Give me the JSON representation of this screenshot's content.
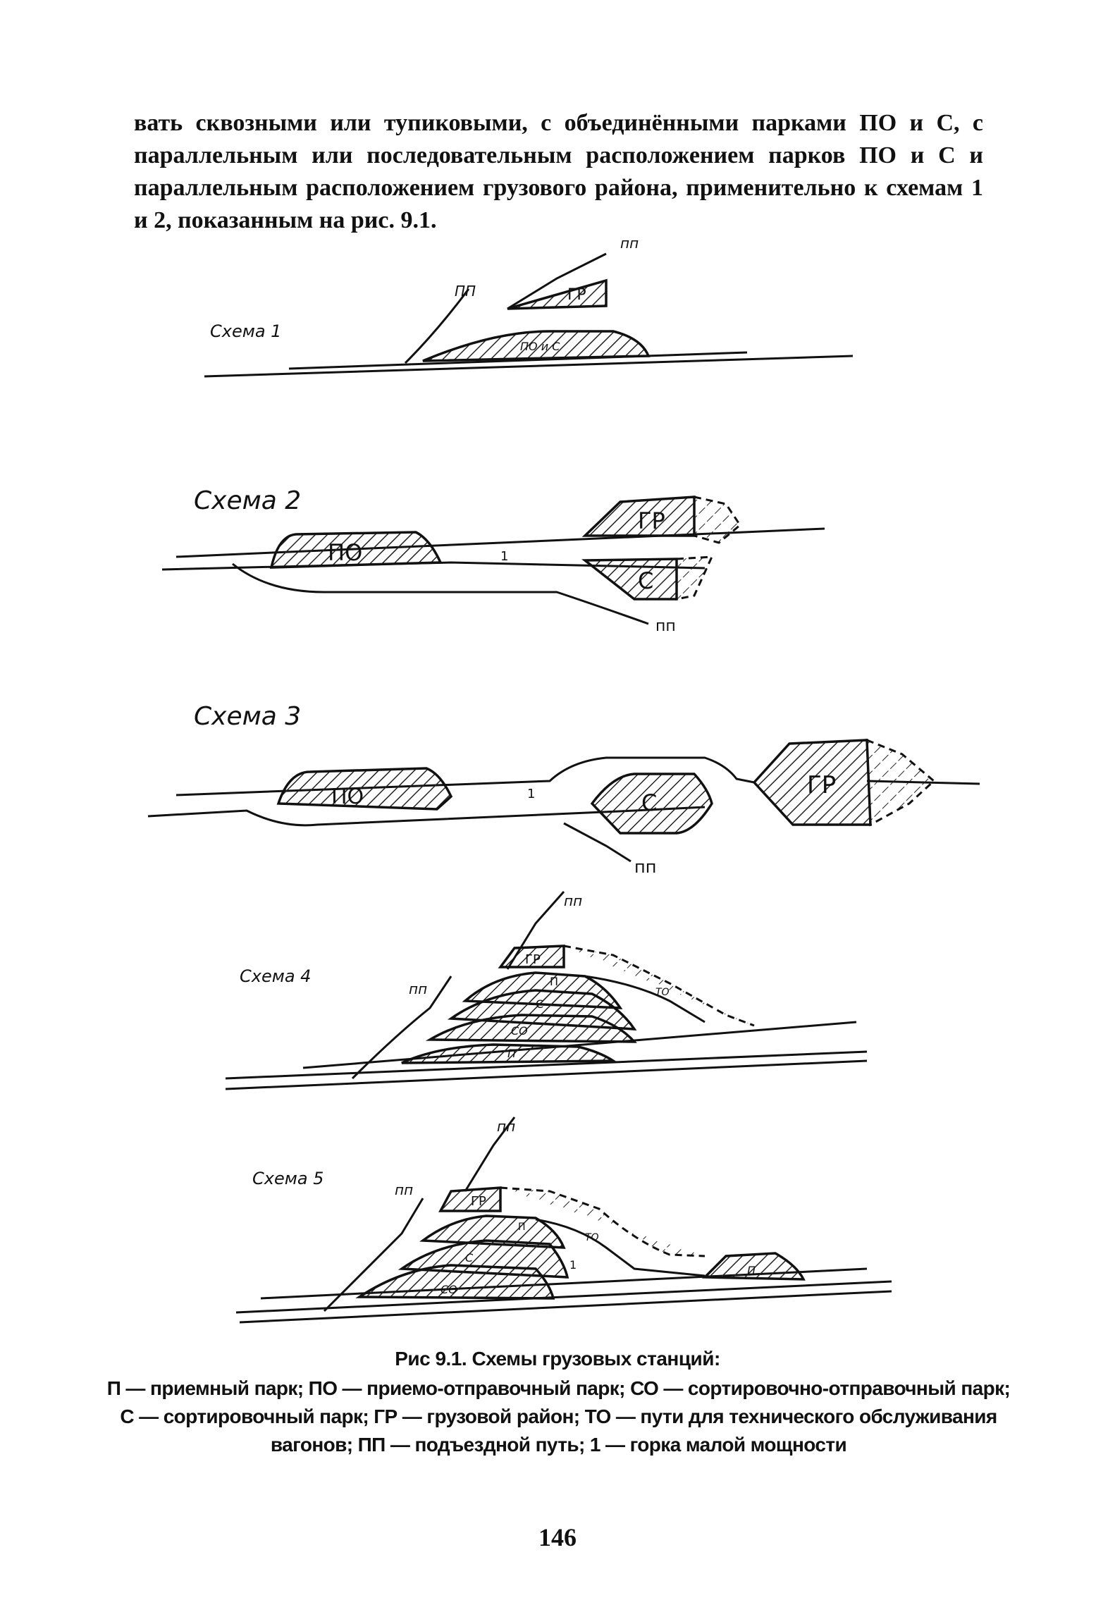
{
  "paragraph": "вать сквозными или тупиковыми, с объединёнными парками ПО и С, с параллельным или последовательным расположением парков ПО и С и параллельным расположением грузового района, применительно к схемам 1 и 2, показанным на рис. 9.1.",
  "figure": {
    "schemes": [
      {
        "label": "Схема 1",
        "parks": [
          "ГР",
          "ПО и С"
        ],
        "tracks": [
          "ПП",
          "пп"
        ]
      },
      {
        "label": "Схема 2",
        "parks": [
          "ПО",
          "ГР",
          "С"
        ],
        "tracks": [
          "пп"
        ],
        "hump": "1"
      },
      {
        "label": "Схема 3",
        "parks": [
          "ПО",
          "С",
          "ГР"
        ],
        "tracks": [
          "пп"
        ],
        "hump": "1"
      },
      {
        "label": "Схема 4",
        "parks": [
          "ГР",
          "П",
          "С",
          "СО",
          "П",
          "ТО"
        ],
        "tracks": [
          "пп",
          "пп"
        ]
      },
      {
        "label": "Схема 5",
        "parks": [
          "ГР",
          "П",
          "С",
          "СО",
          "ТО",
          "П"
        ],
        "tracks": [
          "пп",
          "пп"
        ],
        "hump": "1"
      }
    ]
  },
  "caption": {
    "title": "Рис 9.1. Схемы грузовых станций:",
    "body": "П — приемный парк; ПО — приемо-отправочный парк; СО — сортировочно-отправочный парк; С — сортировочный парк; ГР — грузовой район; ТО — пути для технического обслуживания вагонов; ПП — подъездной путь; 1 — горка малой мощности"
  },
  "page_number": "146"
}
